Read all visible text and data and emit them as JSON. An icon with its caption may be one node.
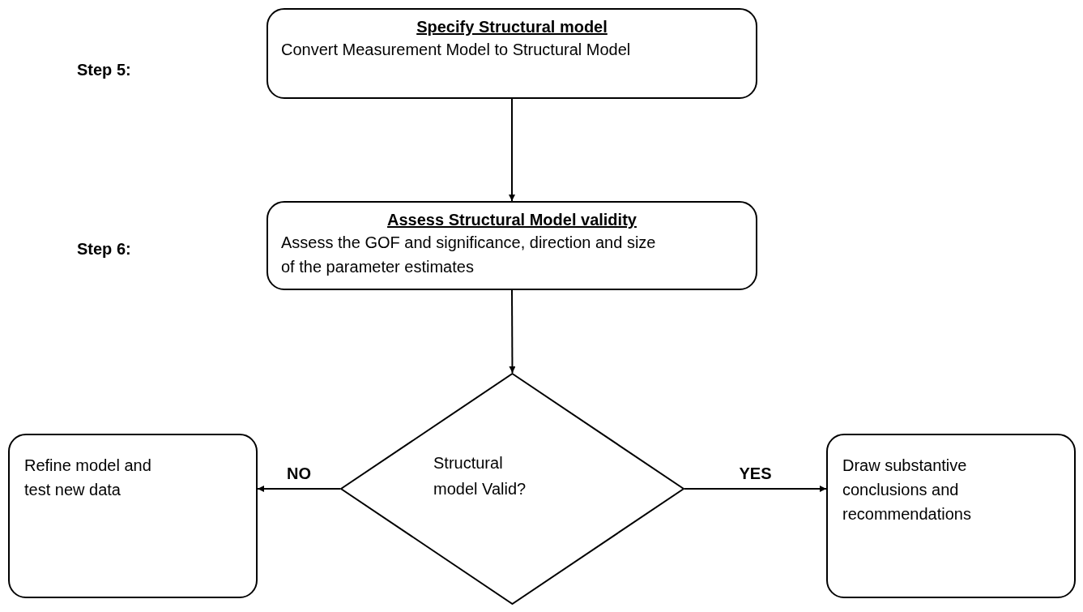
{
  "diagram": {
    "nodes": [
      {
        "text": [
          "Specify Structural model",
          "Convert Measurement Model to Structural Model"
        ]
      },
      {
        "text": [
          "Assess Structural Model validity",
          "Assess the GOF and significance, direction and size of the parameter estimates"
        ]
      },
      {
        "text": [
          "Structural model Valid?"
        ]
      },
      {
        "text": [
          "Refine model and test new data"
        ]
      },
      {
        "text": [
          "Draw substantive conclusions and recommendations"
        ]
      }
    ],
    "edges": [
      {
        "from": 0,
        "to": 1,
        "arrow": "to"
      },
      {
        "from": 1,
        "to": 2,
        "arrow": "to"
      },
      {
        "from": 2,
        "to": 3,
        "arrow": "to",
        "label": "NO"
      },
      {
        "from": 2,
        "to": 4,
        "arrow": "to",
        "label": "YES"
      }
    ],
    "labels": [
      "Step 5:",
      "Step 6:"
    ]
  }
}
